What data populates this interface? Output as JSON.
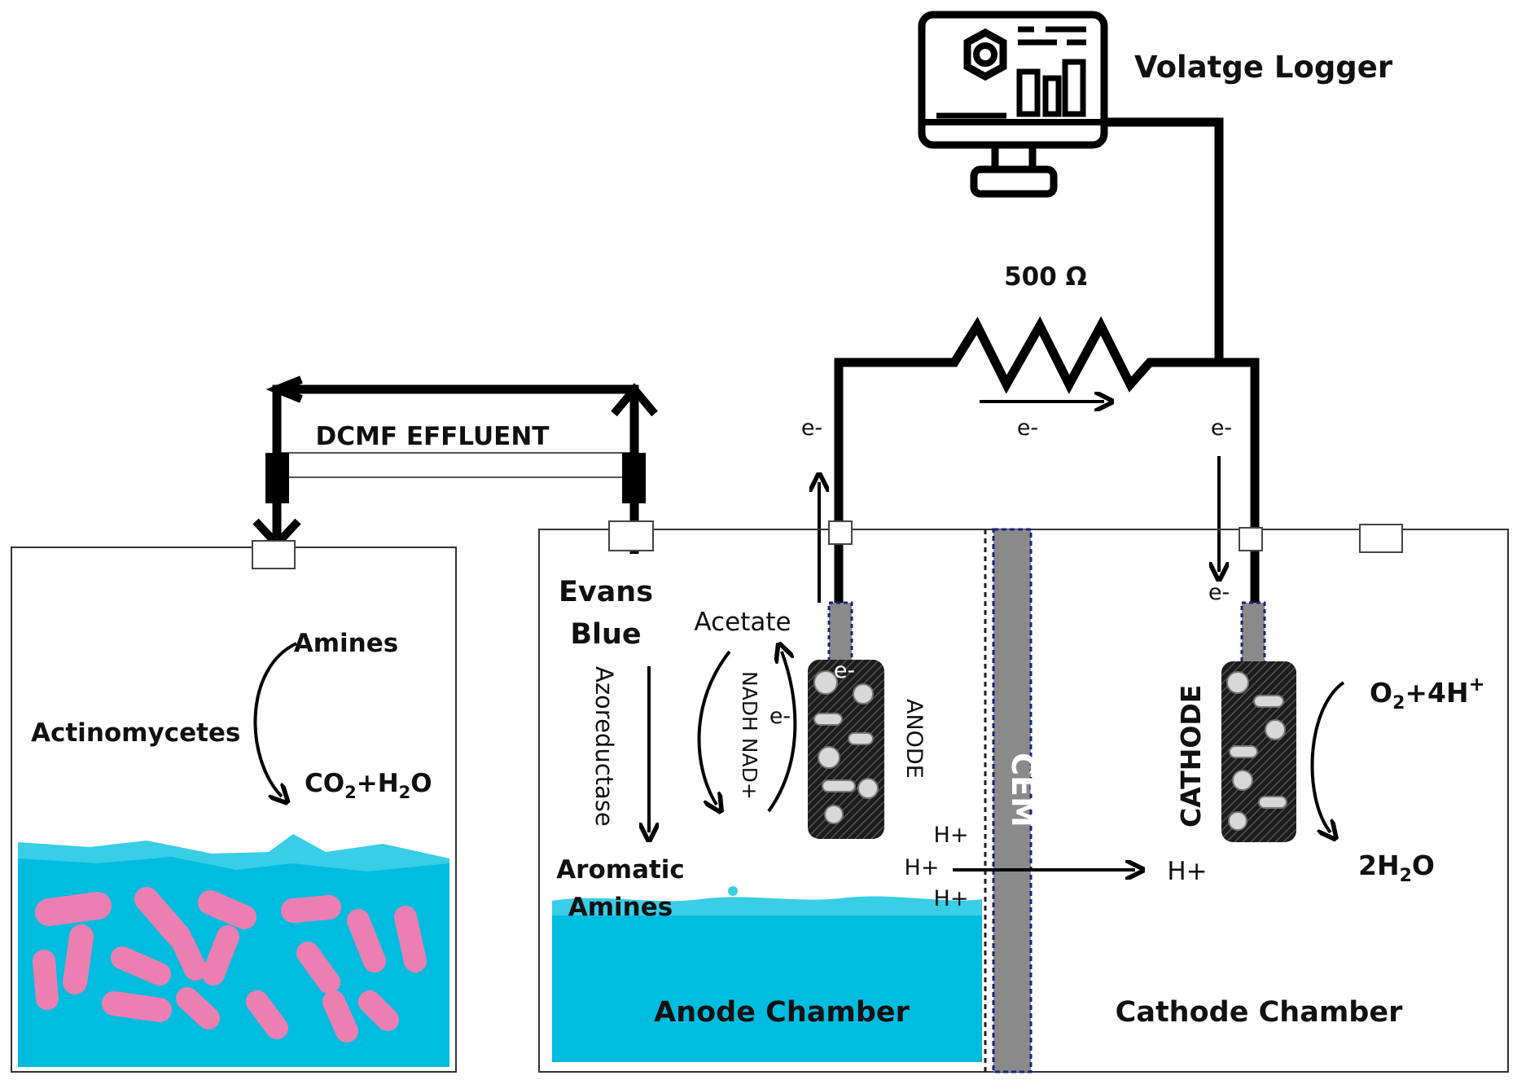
{
  "logger": {
    "label": "Volatge Logger"
  },
  "resistor": {
    "label": "500 Ω"
  },
  "electrons": {
    "left": "e-",
    "middle": "e-",
    "right": "e-",
    "cathode_in": "e-",
    "anode_bio": "e-",
    "anode_cycle": "e-"
  },
  "effluent": {
    "label": "DCMF EFFLUENT"
  },
  "left_tank": {
    "amines": "Amines",
    "organism": "Actinomycetes",
    "product_main": "CO",
    "product_sub": "2",
    "product_mid": "+H",
    "product_sub2": "2",
    "product_end": "O"
  },
  "anode_side": {
    "evans": "Evans",
    "blue": "Blue",
    "enzyme": "Azoreductase",
    "acetate": "Acetate",
    "nadh": "NADH NAD+",
    "anode": "ANODE",
    "aromatic": "Aromatic",
    "amines": "Amines",
    "chamber": "Anode Chamber",
    "h1": "H+",
    "h2": "H+",
    "h3": "H+"
  },
  "membrane": {
    "label": "CEM"
  },
  "cathode_side": {
    "cathode": "CATHODE",
    "o2_main": "O",
    "o2_sub": "2",
    "o2_rest": "+4H",
    "o2_sup": "+",
    "water_pre": "2H",
    "water_sub": "2",
    "water_end": "O",
    "h_arrive": "H+",
    "chamber": "Cathode Chamber"
  },
  "colors": {
    "water": "#00bcdf",
    "water_light": "#39cde6",
    "bacteria": "#ec7fb2",
    "membrane": "#8a8a8a",
    "membrane_border": "#1a237e"
  }
}
